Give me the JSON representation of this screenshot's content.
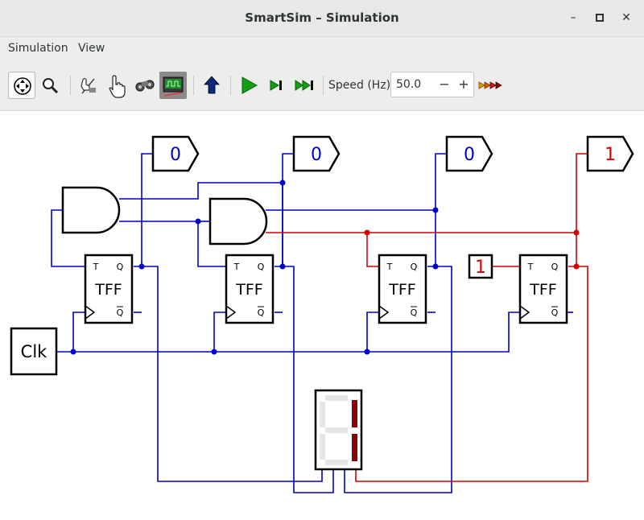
{
  "window": {
    "title": "SmartSim – Simulation",
    "minimize": "–",
    "maximize": "□",
    "close": "✕"
  },
  "menu": [
    "Simulation",
    "View"
  ],
  "toolbar": {
    "tools": [
      "pan-tool",
      "zoom-tool",
      "wire-edit-tool",
      "pointer-hand-tool",
      "probe-tool",
      "simulate-mode",
      "upload",
      "run",
      "step",
      "fast-forward",
      "burst"
    ],
    "speed_label": "Speed (Hz):",
    "speed_value": "50.0",
    "speed_decrement": "−",
    "speed_increment": "+"
  },
  "circuit": {
    "flipflops": [
      {
        "label": "TFF",
        "t_pin": "T",
        "q_pin": "Q",
        "qbar_pin": "Q"
      },
      {
        "label": "TFF",
        "t_pin": "T",
        "q_pin": "Q",
        "qbar_pin": "Q"
      },
      {
        "label": "TFF",
        "t_pin": "T",
        "q_pin": "Q",
        "qbar_pin": "Q"
      },
      {
        "label": "TFF",
        "t_pin": "T",
        "q_pin": "Q",
        "qbar_pin": "Q"
      }
    ],
    "outputs": [
      {
        "value": "0",
        "level": "low"
      },
      {
        "value": "0",
        "level": "low"
      },
      {
        "value": "0",
        "level": "low"
      },
      {
        "value": "1",
        "level": "high"
      }
    ],
    "constant": "1",
    "clock_label": "Clk",
    "colors": {
      "low": "#0000c8",
      "high": "#d90000",
      "gate": "#000000",
      "display_on": "#8b0000",
      "display_off": "#e6e6e6"
    },
    "display": {
      "segments_lit": [
        "b",
        "c"
      ],
      "digit": "1"
    }
  }
}
